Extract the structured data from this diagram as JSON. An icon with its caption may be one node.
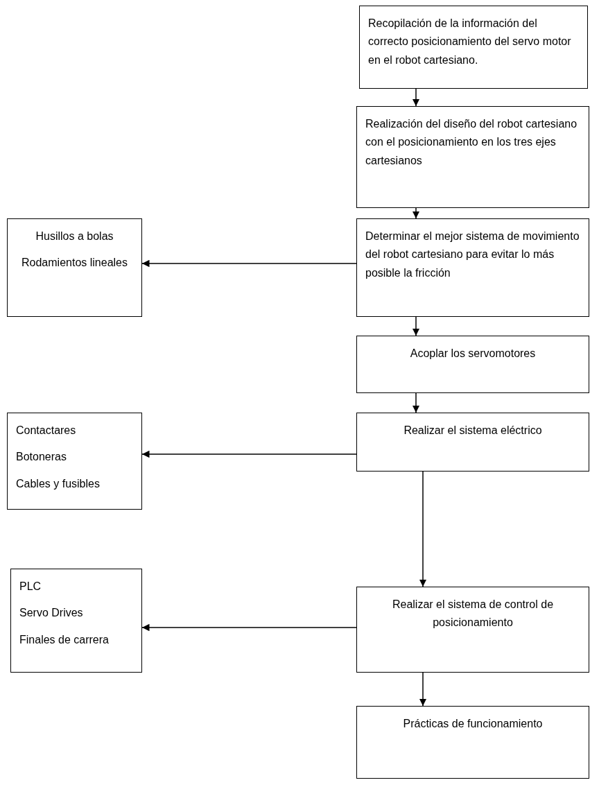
{
  "diagram": {
    "nodes": [
      {
        "text": [
          "Recopilación de la información del correcto posicionamiento del servo motor en el robot cartesiano."
        ]
      },
      {
        "text": [
          "Realización del diseño del robot cartesiano con el posicionamiento en los tres ejes cartesianos"
        ]
      },
      {
        "text": [
          "Husillos a bolas",
          "Rodamientos lineales"
        ]
      },
      {
        "text": [
          "Determinar el mejor sistema de movimiento del robot cartesiano para evitar lo más posible la fricción"
        ]
      },
      {
        "text": [
          "Acoplar los servomotores"
        ]
      },
      {
        "text": [
          "Contactares",
          "Botoneras",
          "Cables y fusibles"
        ]
      },
      {
        "text": [
          "Realizar el sistema eléctrico"
        ]
      },
      {
        "text": [
          "PLC",
          "Servo Drives",
          "Finales de carrera"
        ]
      },
      {
        "text": [
          "Realizar el sistema de control de posicionamiento"
        ]
      },
      {
        "text": [
          "Prácticas de funcionamiento"
        ]
      }
    ],
    "edges": [
      {
        "from": 0,
        "to": 1,
        "arrow": "to"
      },
      {
        "from": 1,
        "to": 3,
        "arrow": "to"
      },
      {
        "from": 3,
        "to": 2,
        "arrow": "to"
      },
      {
        "from": 3,
        "to": 4,
        "arrow": "to"
      },
      {
        "from": 4,
        "to": 6,
        "arrow": "to"
      },
      {
        "from": 6,
        "to": 5,
        "arrow": "to"
      },
      {
        "from": 6,
        "to": 8,
        "arrow": "to"
      },
      {
        "from": 8,
        "to": 7,
        "arrow": "to"
      },
      {
        "from": 8,
        "to": 9,
        "arrow": "to"
      }
    ]
  }
}
